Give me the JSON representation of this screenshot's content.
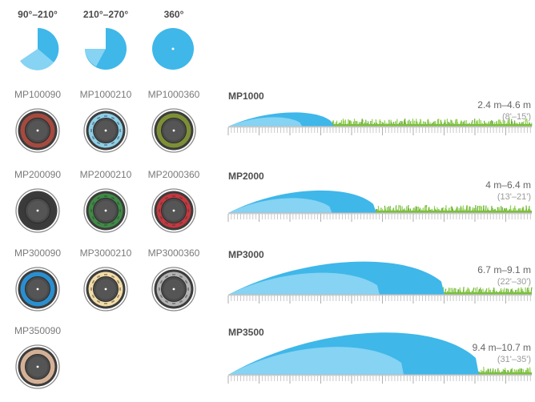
{
  "arc_headers": [
    "90°–210°",
    "210°–270°",
    "360°"
  ],
  "colors": {
    "spray_dark": "#3fb7e9",
    "spray_light": "#86d3f3",
    "grass": "#7cbf3e",
    "ruler": "#bdbdbd"
  },
  "rows": [
    {
      "series": "MP1000",
      "models": [
        {
          "name": "MP100090",
          "color": "#a54a3f",
          "printed": false
        },
        {
          "name": "MP1000210",
          "color": "#8ccfe8",
          "printed": true
        },
        {
          "name": "MP1000360",
          "color": "#7d8f36",
          "printed": false
        }
      ],
      "range_m": "2.4 m–4.6 m",
      "range_ft": "(8'–15')"
    },
    {
      "series": "MP2000",
      "models": [
        {
          "name": "MP200090",
          "color": "#3a3a3a",
          "printed": false
        },
        {
          "name": "MP2000210",
          "color": "#3f8a45",
          "printed": true
        },
        {
          "name": "MP2000360",
          "color": "#c5383f",
          "printed": true
        }
      ],
      "range_m": "4 m–6.4 m",
      "range_ft": "(13'–21')"
    },
    {
      "series": "MP3000",
      "models": [
        {
          "name": "MP300090",
          "color": "#2a8fd0",
          "printed": false
        },
        {
          "name": "MP3000210",
          "color": "#f2dca6",
          "printed": true
        },
        {
          "name": "MP3000360",
          "color": "#b3b3b3",
          "printed": true
        }
      ],
      "range_m": "6.7 m–9.1 m",
      "range_ft": "(22'–30')"
    },
    {
      "series": "MP3500",
      "models": [
        {
          "name": "MP350090",
          "color": "#d4b196",
          "printed": false
        }
      ],
      "range_m": "9.4 m–10.7 m",
      "range_ft": "(31'–35')"
    }
  ]
}
